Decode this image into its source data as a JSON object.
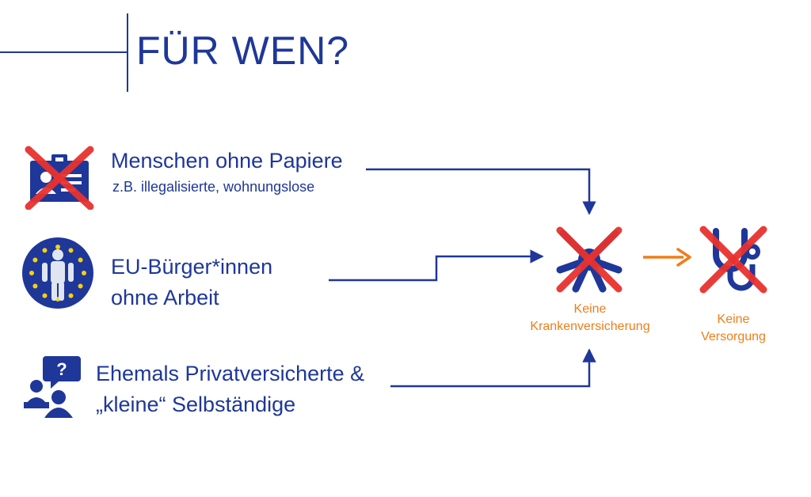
{
  "title": "FÜR WEN?",
  "groups": [
    {
      "title": "Menschen ohne Papiere",
      "subtitle": "z.B. illegalisierte, wohnungslose",
      "icon": "crossed-id-card-icon"
    },
    {
      "title": "EU-Bürger*innen",
      "title_line2": "ohne Arbeit",
      "icon": "eu-citizen-icon"
    },
    {
      "title": "Ehemals Privatversicherte &",
      "title_line2": "„kleine“ Selbständige",
      "icon": "people-question-icon"
    }
  ],
  "outcomes": [
    {
      "line1": "Keine",
      "line2": "Krankenversicherung",
      "icon": "crossed-hands-icon"
    },
    {
      "line1": "Keine",
      "line2": "Versorgung",
      "icon": "crossed-stethoscope-icon"
    }
  ],
  "colors": {
    "primary": "#1e3799",
    "cross": "#e8322f",
    "accent": "#ef7d1a"
  }
}
